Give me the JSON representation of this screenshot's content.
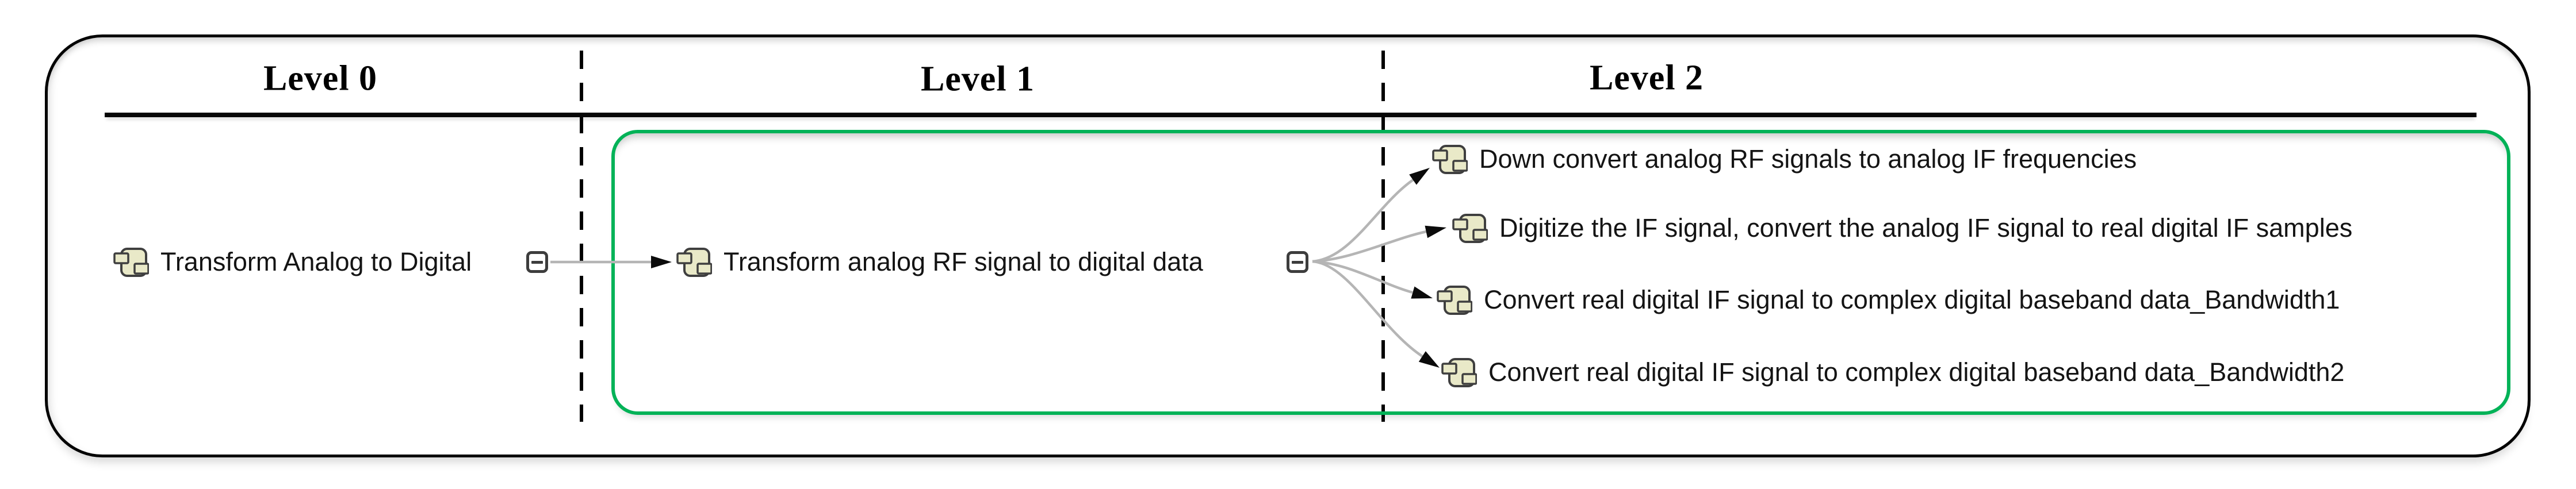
{
  "header": {
    "columns": [
      {
        "label": "Level 0"
      },
      {
        "label": "Level 1"
      },
      {
        "label": "Level 2"
      }
    ]
  },
  "nodes": {
    "level0": {
      "label": "Transform Analog to Digital"
    },
    "level1": {
      "label": "Transform analog RF signal to digital data"
    },
    "level2": [
      {
        "label": "Down convert analog RF signals to analog IF frequencies"
      },
      {
        "label": "Digitize the IF signal, convert the analog IF signal to real digital IF samples"
      },
      {
        "label": "Convert real digital IF signal to complex digital baseband data_Bandwidth1"
      },
      {
        "label": "Convert real digital IF signal to complex digital baseband data_Bandwidth2"
      }
    ]
  },
  "icons": {
    "function_icon": "function-block",
    "collapse_icon": "minus-square",
    "arrow_icon": "filled-arrowhead"
  },
  "colors": {
    "frame_border": "#000000",
    "highlight_box": "#00b257",
    "icon_fill": "#e9e9c8",
    "icon_border": "#3f3f3f",
    "connector_gray": "#b5b5b5",
    "text": "#141414"
  }
}
